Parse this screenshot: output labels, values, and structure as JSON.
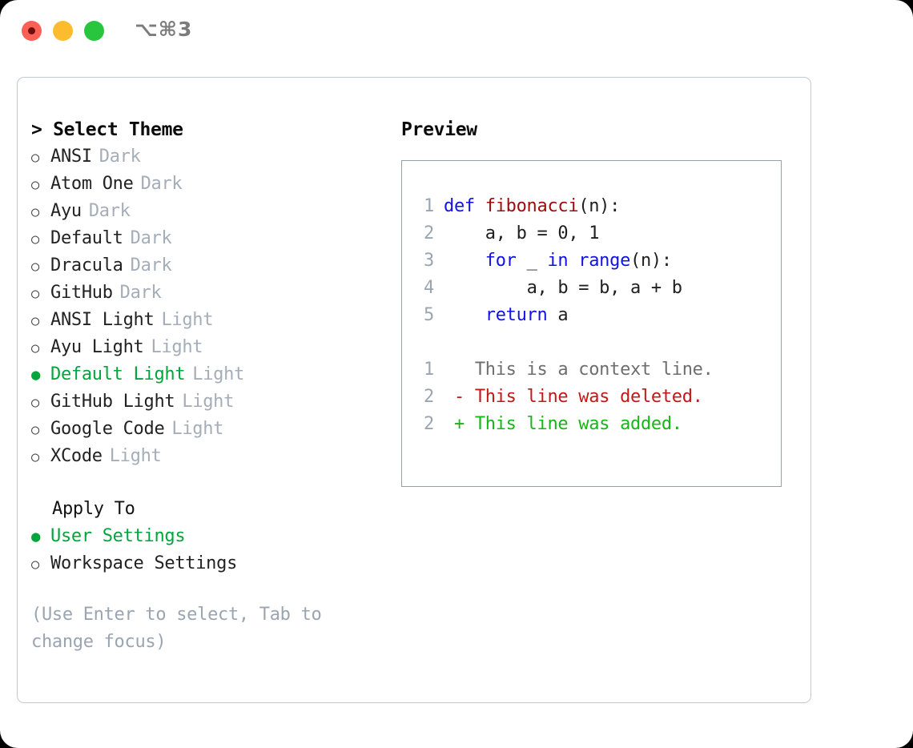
{
  "window": {
    "traffic_lights": [
      {
        "name": "close",
        "color": "#fb5f56",
        "recording": true
      },
      {
        "name": "minimize",
        "color": "#fdbc2d",
        "recording": false
      },
      {
        "name": "maximize",
        "color": "#28c63f",
        "recording": false
      }
    ],
    "shortcut": "⌥⌘3"
  },
  "theme_picker": {
    "header": "> Select Theme",
    "items": [
      {
        "bullet": "○",
        "label": "ANSI",
        "tag": "Dark",
        "selected": false
      },
      {
        "bullet": "○",
        "label": "Atom One",
        "tag": "Dark",
        "selected": false
      },
      {
        "bullet": "○",
        "label": "Ayu",
        "tag": "Dark",
        "selected": false
      },
      {
        "bullet": "○",
        "label": "Default",
        "tag": "Dark",
        "selected": false
      },
      {
        "bullet": "○",
        "label": "Dracula",
        "tag": "Dark",
        "selected": false
      },
      {
        "bullet": "○",
        "label": "GitHub",
        "tag": "Dark",
        "selected": false
      },
      {
        "bullet": "○",
        "label": "ANSI Light",
        "tag": "Light",
        "selected": false
      },
      {
        "bullet": "○",
        "label": "Ayu Light",
        "tag": "Light",
        "selected": false
      },
      {
        "bullet": "●",
        "label": "Default Light",
        "tag": "Light",
        "selected": true
      },
      {
        "bullet": "○",
        "label": "GitHub Light",
        "tag": "Light",
        "selected": false
      },
      {
        "bullet": "○",
        "label": "Google Code",
        "tag": "Light",
        "selected": false
      },
      {
        "bullet": "○",
        "label": "XCode",
        "tag": "Light",
        "selected": false
      }
    ]
  },
  "apply_to": {
    "header": "Apply To",
    "items": [
      {
        "bullet": "●",
        "label": "User Settings",
        "selected": true
      },
      {
        "bullet": "○",
        "label": "Workspace Settings",
        "selected": false
      }
    ]
  },
  "hint": "(Use Enter to select, Tab to change focus)",
  "preview": {
    "title": "Preview",
    "code_lines": [
      {
        "no": "1",
        "indent": "",
        "tokens": [
          {
            "t": "def ",
            "c": "kw"
          },
          {
            "t": "fibonacci",
            "c": "fn"
          },
          {
            "t": "(n):",
            "c": "plain"
          }
        ]
      },
      {
        "no": "2",
        "indent": "    ",
        "tokens": [
          {
            "t": "a, b = 0, 1",
            "c": "plain"
          }
        ]
      },
      {
        "no": "3",
        "indent": "    ",
        "tokens": [
          {
            "t": "for ",
            "c": "kw"
          },
          {
            "t": "_ ",
            "c": "plain"
          },
          {
            "t": "in ",
            "c": "kw"
          },
          {
            "t": "range",
            "c": "kw"
          },
          {
            "t": "(n):",
            "c": "plain"
          }
        ]
      },
      {
        "no": "4",
        "indent": "        ",
        "tokens": [
          {
            "t": "a, b = b, a + b",
            "c": "plain"
          }
        ]
      },
      {
        "no": "5",
        "indent": "    ",
        "tokens": [
          {
            "t": "return ",
            "c": "kw"
          },
          {
            "t": "a",
            "c": "plain"
          }
        ]
      }
    ],
    "diff_lines": [
      {
        "no": "1",
        "marker": " ",
        "text": "This is a context line.",
        "kind": "context"
      },
      {
        "no": "2",
        "marker": "-",
        "text": "This line was deleted.",
        "kind": "del"
      },
      {
        "no": "2",
        "marker": "+",
        "text": "This line was added.",
        "kind": "add"
      }
    ]
  },
  "colors": {
    "accent_green": "#00a63c",
    "diff_add": "#14b814",
    "diff_del": "#c41818",
    "keyword_blue": "#1111e8",
    "function_red": "#9d0c0c",
    "muted": "#a4adb8",
    "border": "#93a1ad"
  }
}
